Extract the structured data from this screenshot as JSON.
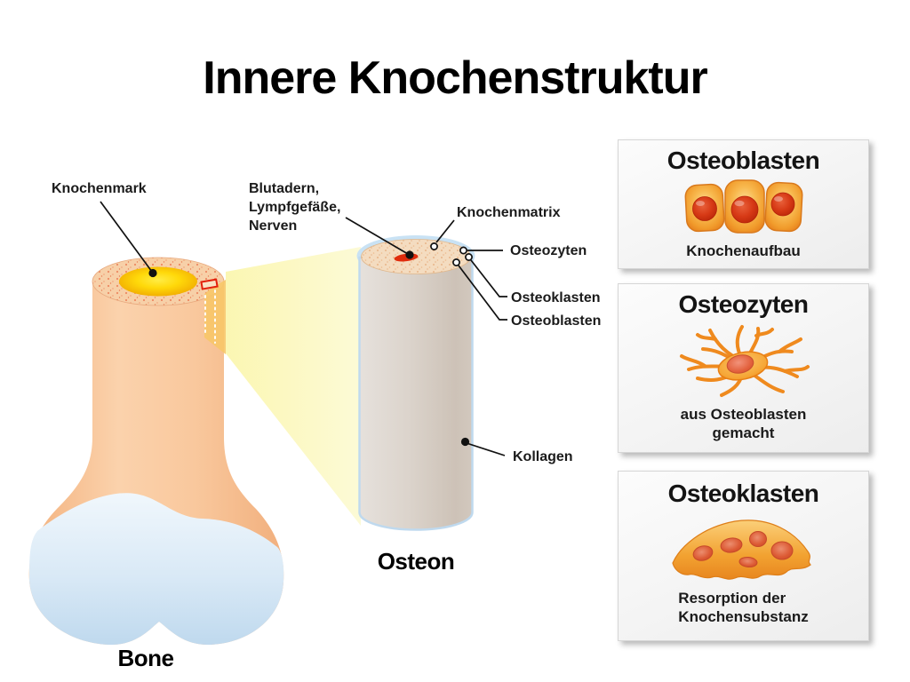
{
  "title": "Innere Knochenstruktur",
  "bone": {
    "caption": "Bone",
    "label_knochenmark": "Knochenmark"
  },
  "osteon": {
    "caption": "Osteon",
    "label_blutadern_line1": "Blutadern,",
    "label_blutadern_line2": "Lympfgefäße,",
    "label_blutadern_line3": "Nerven",
    "label_knochenmatrix": "Knochenmatrix",
    "label_osteozyten": "Osteozyten",
    "label_osteoklasten": "Osteoklasten",
    "label_osteoblasten": "Osteoblasten",
    "label_kollagen": "Kollagen"
  },
  "panels": [
    {
      "title": "Osteoblasten",
      "caption1": "Knochenaufbau",
      "caption2": ""
    },
    {
      "title": "Osteozyten",
      "caption1": "aus Osteoblasten",
      "caption2": "gemacht"
    },
    {
      "title": "Osteoklasten",
      "caption1": "Resorption der",
      "caption2": "Knochensubstanz"
    }
  ],
  "colors": {
    "bone_peach": "#F8C79D",
    "marrow_yellow": "#FFD90A",
    "cartilage_blue": "#D3E6F5",
    "beam_yellow": "#FAF7C2",
    "osteon_body": "#DBD3CB",
    "osteon_rim_blue": "#C9E2F4",
    "cell_orange": "#F19C2C",
    "nucleus_red": "#D73A16",
    "marker_red": "#E3200C",
    "panel_bg": "#F4F4F4",
    "panel_border": "#D6D6D6",
    "text_black": "#111111"
  }
}
